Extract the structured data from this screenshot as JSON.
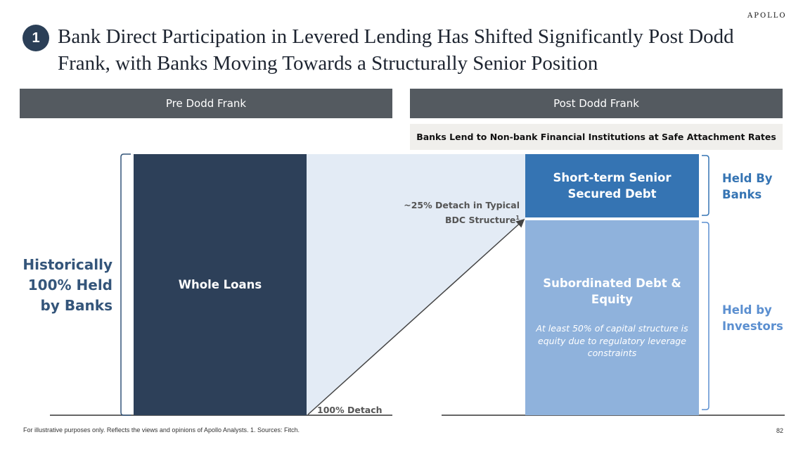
{
  "brand": {
    "logo_text": "APOLLO"
  },
  "slide": {
    "number": "1",
    "title": "Bank Direct Participation in Levered Lending Has Shifted Significantly Post Dodd Frank, with Banks Moving Towards a Structurally Senior Position",
    "page_number": "82",
    "footnote": "For illustrative purposes only. Reflects the views and opinions of Apollo Analysts. 1. Sources: Fitch."
  },
  "pre": {
    "header": "Pre Dodd Frank",
    "side_label_lines": [
      "Historically",
      "100% Held",
      "by Banks"
    ],
    "whole_loans": "Whole Loans",
    "detach_100": "100% Detach"
  },
  "post": {
    "header": "Post Dodd Frank",
    "subheader": "Banks Lend to Non-bank Financial Institutions at Safe Attachment Rates",
    "senior_box": "Short-term Senior Secured Debt",
    "sub_box_title": "Subordinated Debt & Equity",
    "sub_box_note": "At least 50% of capital structure is equity due to regulatory leverage constraints",
    "detach_25_line1": "~25% Detach in Typical",
    "detach_25_line2": "BDC Structure",
    "detach_25_footnote_ref": "1",
    "held_by_banks_lines": [
      "Held By",
      "Banks"
    ],
    "held_by_investors_lines": [
      "Held by",
      "Investors"
    ]
  },
  "colors": {
    "header_bg": "#545a60",
    "whole_loans": "#2d4059",
    "senior_debt": "#3574b3",
    "subordinated": "#8fb2dc",
    "shade": "#e3ebf5",
    "label_dark_blue": "#34557a"
  }
}
